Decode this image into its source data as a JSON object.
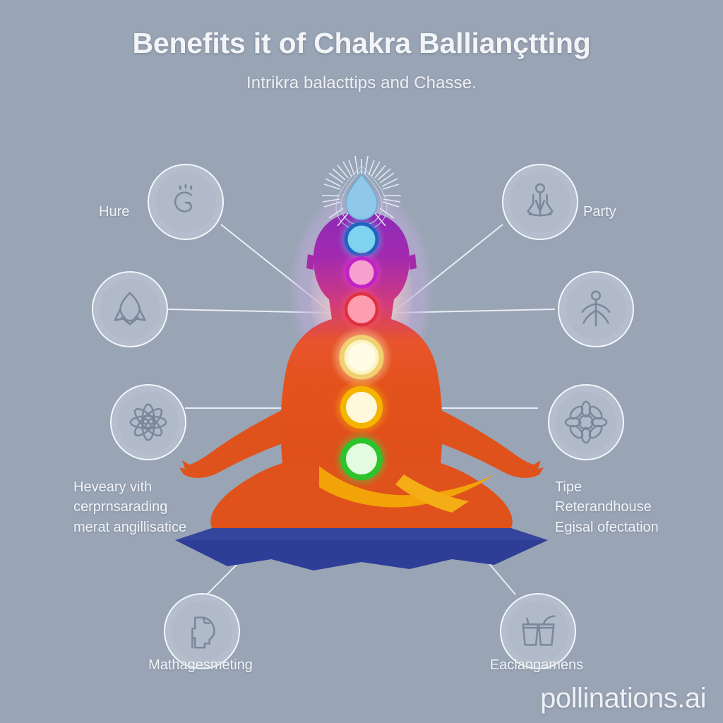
{
  "page": {
    "background_color": "#99a4b5",
    "title": "Benefits it of Chakra Balliançtting",
    "subtitle": "Intrikra balacttips and Chasse.",
    "watermark": "pollinations.ai"
  },
  "badges": [
    {
      "id": "top-left",
      "icon": "lightbulb-idea-icon",
      "label": "Hure",
      "label_position": "left"
    },
    {
      "id": "top-right",
      "icon": "meditation-pose-icon",
      "label": "Party",
      "label_position": "right"
    },
    {
      "id": "mid-left",
      "icon": "leaf-drop-icon",
      "label": "",
      "label_position": "left"
    },
    {
      "id": "mid-right",
      "icon": "standing-figure-icon",
      "label": "",
      "label_position": "right"
    },
    {
      "id": "lower-left",
      "icon": "lotus-mandala-icon",
      "label": "Heveary vith\ncerprnsarading\nmerat angillisatice",
      "label_position": "left"
    },
    {
      "id": "lower-right",
      "icon": "lotus-flower-icon",
      "label": "Tipe\nReterandhouse\nEgisal ofectation",
      "label_position": "right"
    },
    {
      "id": "bottom-left",
      "icon": "head-profile-icon",
      "label": "Mathagesmeting",
      "label_position": "center"
    },
    {
      "id": "bottom-right",
      "icon": "drink-cups-icon",
      "label": "Eaclangamens",
      "label_position": "center"
    }
  ],
  "figure": {
    "name": "meditating-chakra-figure",
    "body_color": "#e0521c",
    "body_gradient_top": "#8e2bb5",
    "sash_color": "#f2a307",
    "cushion_color": "#2e3e96",
    "aura_outer": "#c9b0d8",
    "aura_inner": "#e8c9c9",
    "crown": {
      "name": "crown-chakra-drop",
      "color": "#8fc8e8",
      "rays": 28
    },
    "chakras": [
      {
        "name": "third-eye-chakra",
        "color": "#7fd3ef",
        "ring": "#1f64c0"
      },
      {
        "name": "throat-chakra",
        "color": "#f7a0cf",
        "ring": "#c022c8"
      },
      {
        "name": "heart-chakra",
        "color": "#ff9db0",
        "ring": "#e03040"
      },
      {
        "name": "solar-plexus-chakra",
        "color": "#fbf4c4",
        "ring": "#f3d46a"
      },
      {
        "name": "sacral-chakra",
        "color": "#fff6d8",
        "ring": "#f5b400"
      },
      {
        "name": "root-chakra",
        "color": "#e3fbe0",
        "ring": "#2cc32c"
      }
    ]
  }
}
